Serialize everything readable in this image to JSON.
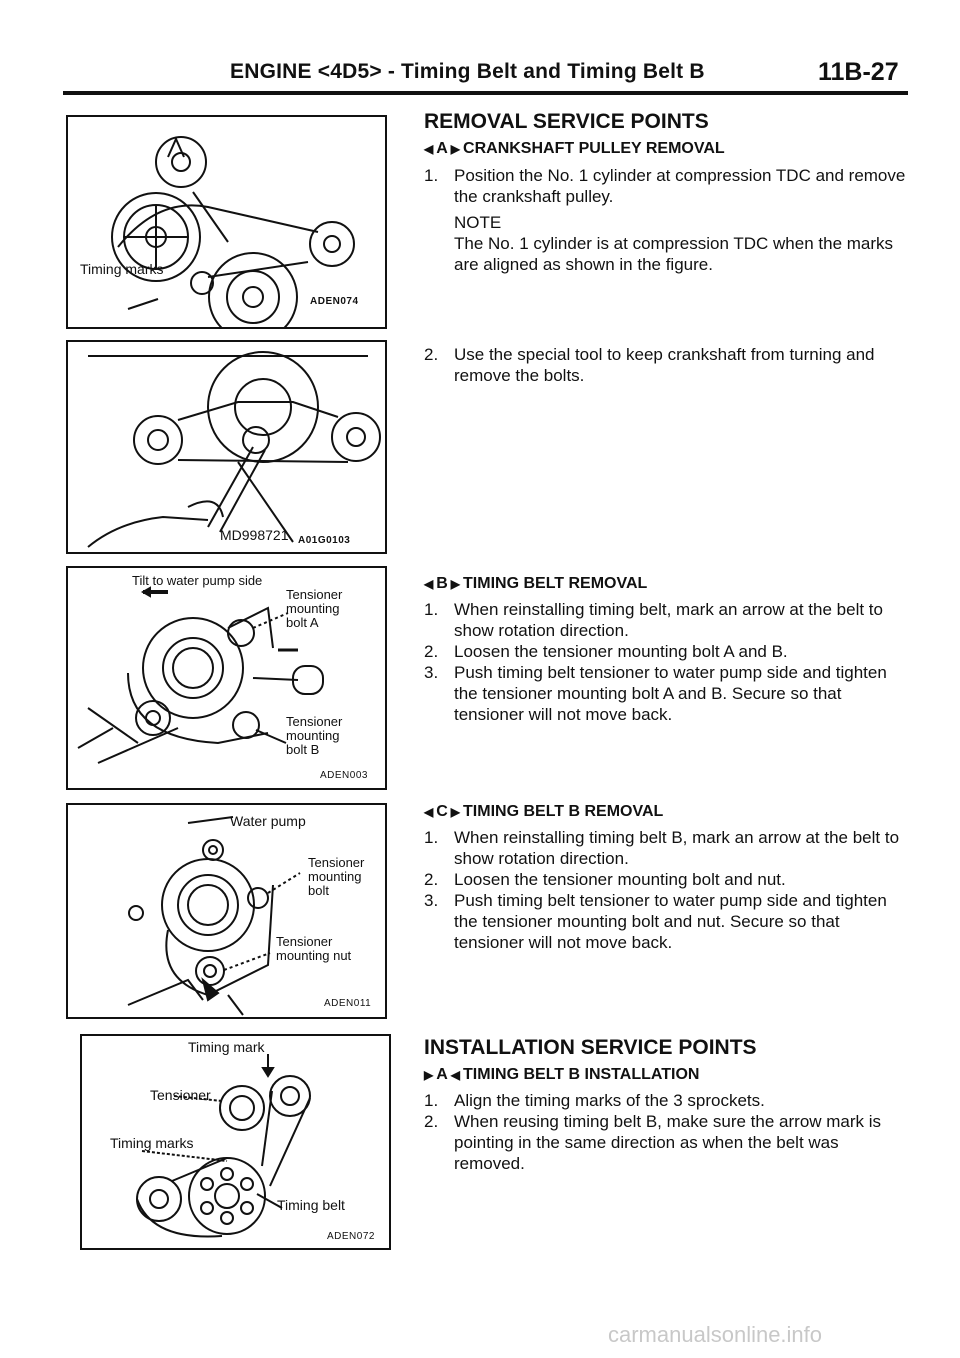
{
  "header": {
    "title": "ENGINE <4D5> - Timing Belt and Timing Belt B",
    "page_number": "11B-27"
  },
  "figures": {
    "fig1": {
      "label_timing_marks": "Timing marks",
      "code": "ADEN074"
    },
    "fig2": {
      "label_tool": "MD998721",
      "code": "A01G0103"
    },
    "fig3": {
      "label_tilt": "Tilt to water pump side",
      "label_bolt_a": "Tensioner\nmounting\nbolt A",
      "label_bolt_b": "Tensioner\nmounting\nbolt B",
      "code": "ADEN003"
    },
    "fig4": {
      "label_water_pump": "Water pump",
      "label_bolt": "Tensioner\nmounting\nbolt",
      "label_nut": "Tensioner\nmounting nut",
      "code": "ADEN011"
    },
    "fig5": {
      "label_timing_mark": "Timing mark",
      "label_tensioner": "Tensioner",
      "label_timing_marks": "Timing marks",
      "label_timing_belt": "Timing belt",
      "code": "ADEN072"
    }
  },
  "removal": {
    "heading": "REMOVAL SERVICE POINTS",
    "a": {
      "marker_left": "◀",
      "marker_letter": "A",
      "marker_right": "▶",
      "title": "CRANKSHAFT PULLEY REMOVAL",
      "step1_num": "1.",
      "step1": "Position the No. 1 cylinder at compression TDC and remove the crankshaft pulley.",
      "note_label": "NOTE",
      "note_text": "The No. 1 cylinder is at compression TDC when the marks are aligned as shown in the figure.",
      "step2_num": "2.",
      "step2": "Use the special tool to keep crankshaft from turning and remove the bolts."
    },
    "b": {
      "marker_left": "◀",
      "marker_letter": "B",
      "marker_right": "▶",
      "title": "TIMING BELT REMOVAL",
      "steps": [
        {
          "num": "1.",
          "text": "When reinstalling timing belt, mark an arrow at the belt to show rotation direction."
        },
        {
          "num": "2.",
          "text": "Loosen the tensioner mounting bolt A and B."
        },
        {
          "num": "3.",
          "text": "Push timing belt tensioner to water pump side and tighten the tensioner mounting bolt A and B. Secure so that tensioner will not move back."
        }
      ]
    },
    "c": {
      "marker_left": "◀",
      "marker_letter": "C",
      "marker_right": "▶",
      "title": "TIMING BELT B REMOVAL",
      "steps": [
        {
          "num": "1.",
          "text": "When reinstalling timing belt B, mark an arrow at the belt to show rotation direction."
        },
        {
          "num": "2.",
          "text": "Loosen the tensioner mounting bolt and nut."
        },
        {
          "num": "3.",
          "text": "Push timing belt tensioner to water pump side and tighten the tensioner mounting bolt and nut. Secure so that tensioner will not move back."
        }
      ]
    }
  },
  "installation": {
    "heading": "INSTALLATION SERVICE POINTS",
    "a": {
      "marker_left": "▶",
      "marker_letter": "A",
      "marker_right": "◀",
      "title": "TIMING BELT B INSTALLATION",
      "steps": [
        {
          "num": "1.",
          "text": "Align the timing marks of the 3 sprockets."
        },
        {
          "num": "2.",
          "text": "When reusing timing belt B, make sure the arrow mark is pointing in the same direction as when the belt was removed."
        }
      ]
    }
  },
  "watermark": "carmanualsonline.info"
}
